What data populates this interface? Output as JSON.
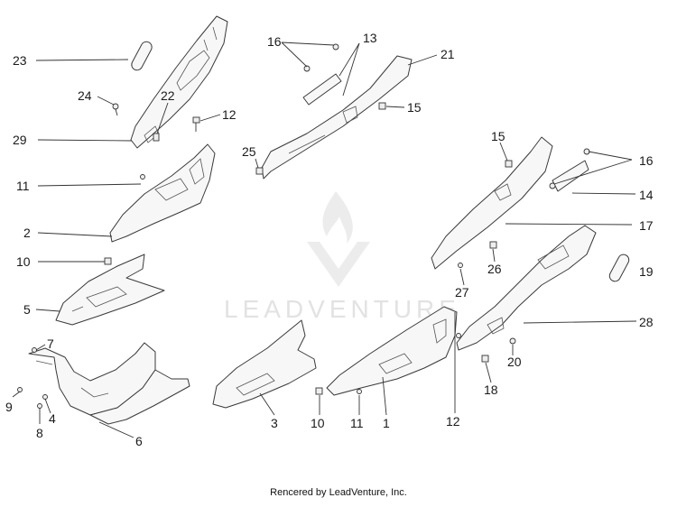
{
  "watermark": {
    "brand": "LEADVENTURE"
  },
  "credit": "Rencered by LeadVenture, Inc.",
  "callouts": {
    "c1": "1",
    "c2": "2",
    "c3": "3",
    "c4": "4",
    "c5": "5",
    "c6": "6",
    "c7": "7",
    "c8": "8",
    "c9": "9",
    "c10a": "10",
    "c10b": "10",
    "c11a": "11",
    "c11b": "11",
    "c12a": "12",
    "c12b": "12",
    "c13": "13",
    "c14": "14",
    "c15a": "15",
    "c15b": "15",
    "c16a": "16",
    "c16b": "16",
    "c17": "17",
    "c18": "18",
    "c19": "19",
    "c20": "20",
    "c21": "21",
    "c22": "22",
    "c23": "23",
    "c24": "24",
    "c25": "25",
    "c26": "26",
    "c27": "27",
    "c28": "28",
    "c29": "29"
  }
}
